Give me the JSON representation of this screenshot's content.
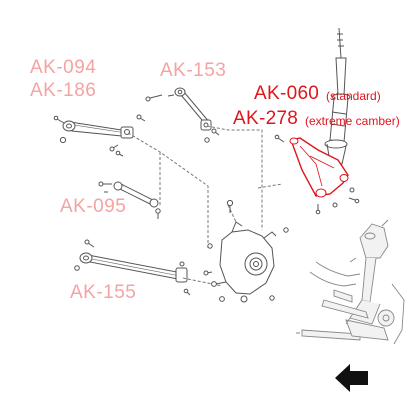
{
  "labels": {
    "ak094": "AK-094",
    "ak186": "AK-186",
    "ak153": "AK-153",
    "ak060": "AK-060",
    "ak060_note": "(standard)",
    "ak278": "AK-278",
    "ak278_note": "(extreme camber)",
    "ak095": "AK-095",
    "ak155": "AK-155"
  },
  "colors": {
    "highlight": "#e0141b",
    "muted": "#f4a3a3",
    "part_line": "#555555",
    "part_fill": "#ffffff",
    "dim_fill": "#f2f2f2",
    "arrow": "#111111"
  },
  "icons": {
    "direction": "direction-arrow-icon"
  }
}
